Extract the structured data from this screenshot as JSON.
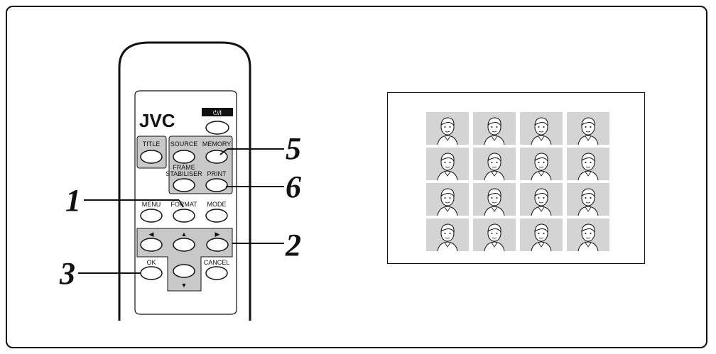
{
  "remote": {
    "brand": "JVC",
    "power_label": "⏻/I",
    "buttons": {
      "title": "TITLE",
      "source": "SOURCE",
      "memory": "MEMORY",
      "frame_stabiliser_line1": "FRAME",
      "frame_stabiliser_line2": "STABILISER",
      "print": "PRINT",
      "menu": "MENU",
      "format": "FORMAT",
      "mode": "MODE",
      "left_arrow": "◀",
      "up_arrow": "▲",
      "right_arrow": "▶",
      "down_arrow": "▼",
      "ok": "OK",
      "cancel": "CANCEL"
    }
  },
  "callouts": {
    "one": "1",
    "two": "2",
    "three": "3",
    "five": "5",
    "six": "6"
  },
  "preview": {
    "rows": 4,
    "columns": 4,
    "thumbnail_count": 16,
    "thumbnail_icon": "portrait-face-icon"
  },
  "colors": {
    "line": "#111111",
    "panel_gray": "#c8c8c8",
    "thumb_gray": "#d4d4d4"
  }
}
